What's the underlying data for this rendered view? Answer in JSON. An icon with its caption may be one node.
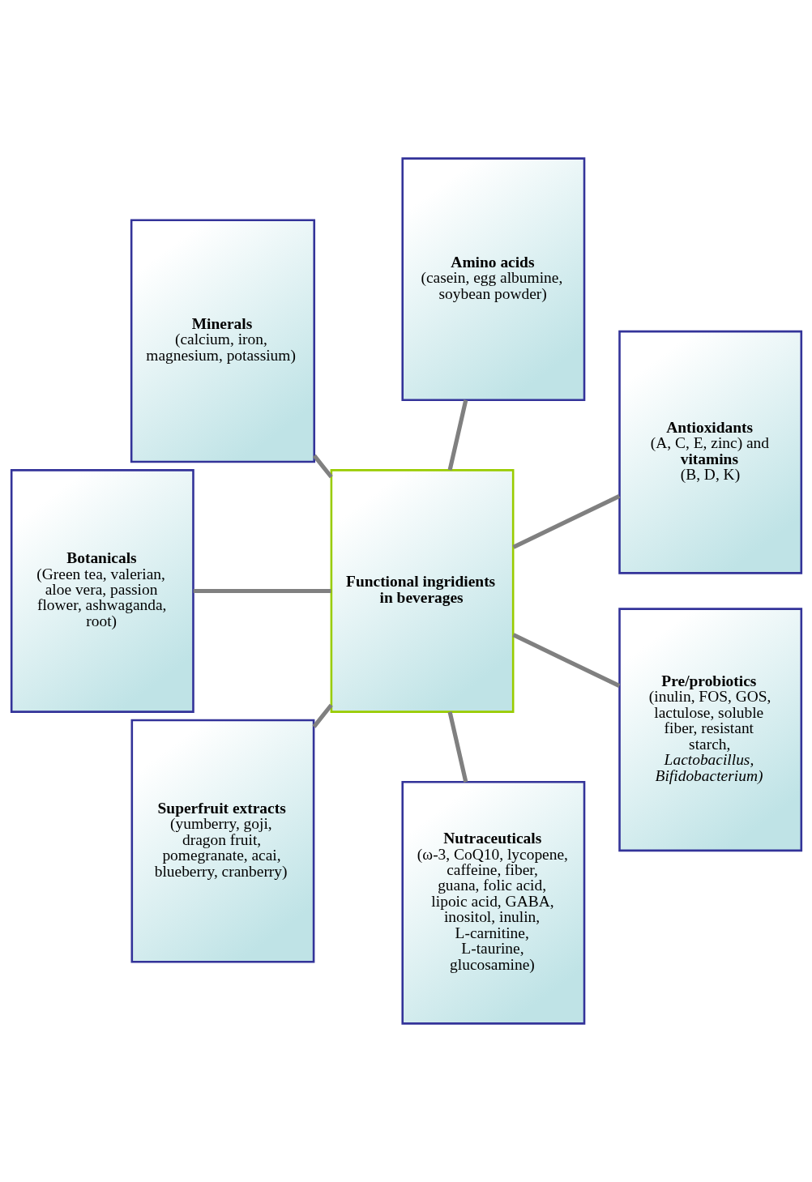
{
  "diagram": {
    "nodes": [
      {
        "text": [
          "Antioxidants",
          "(A, C, E, zinc) and",
          "**vitamins**",
          "(B, D, K)"
        ]
      },
      {
        "text": [
          "Amino acids",
          "(casein, egg albumine, soybean powder)"
        ]
      },
      {
        "text": [
          "Minerals",
          "(calcium, iron, magnesium, potassium)"
        ]
      },
      {
        "text": [
          "Functional ingridients in beverages"
        ]
      },
      {
        "text": [
          "Botanicals",
          "(Green tea, valerian, aloe vera, passion flower, ashwaganda, root)"
        ]
      },
      {
        "text": [
          "Superfruit extracts",
          "(yumberry, goji, dragon fruit, pomegranate, acai, blueberry, cranberry)"
        ]
      },
      {
        "text": [
          "Nutraceuticals",
          "(ω-3, CoQ10, lycopene, caffeine, fiber, guana, folic acid, lipoic acid, GABA, inositol, inulin, L-carnitine, L-taurine, glucosamine)"
        ]
      },
      {
        "text": [
          "Pre/probiotics",
          "(inulin, FOS, GOS, lactulose, soluble fiber, resistant starch, *Lactobacillus,* *Bifidobacterium)*"
        ]
      }
    ],
    "edges": [
      {
        "from": 3,
        "to": 0,
        "arrow": "none"
      },
      {
        "from": 3,
        "to": 1,
        "arrow": "none"
      },
      {
        "from": 3,
        "to": 2,
        "arrow": "none"
      },
      {
        "from": 3,
        "to": 4,
        "arrow": "none"
      },
      {
        "from": 3,
        "to": 5,
        "arrow": "none"
      },
      {
        "from": 3,
        "to": 6,
        "arrow": "none"
      },
      {
        "from": 3,
        "to": 7,
        "arrow": "none"
      }
    ]
  }
}
